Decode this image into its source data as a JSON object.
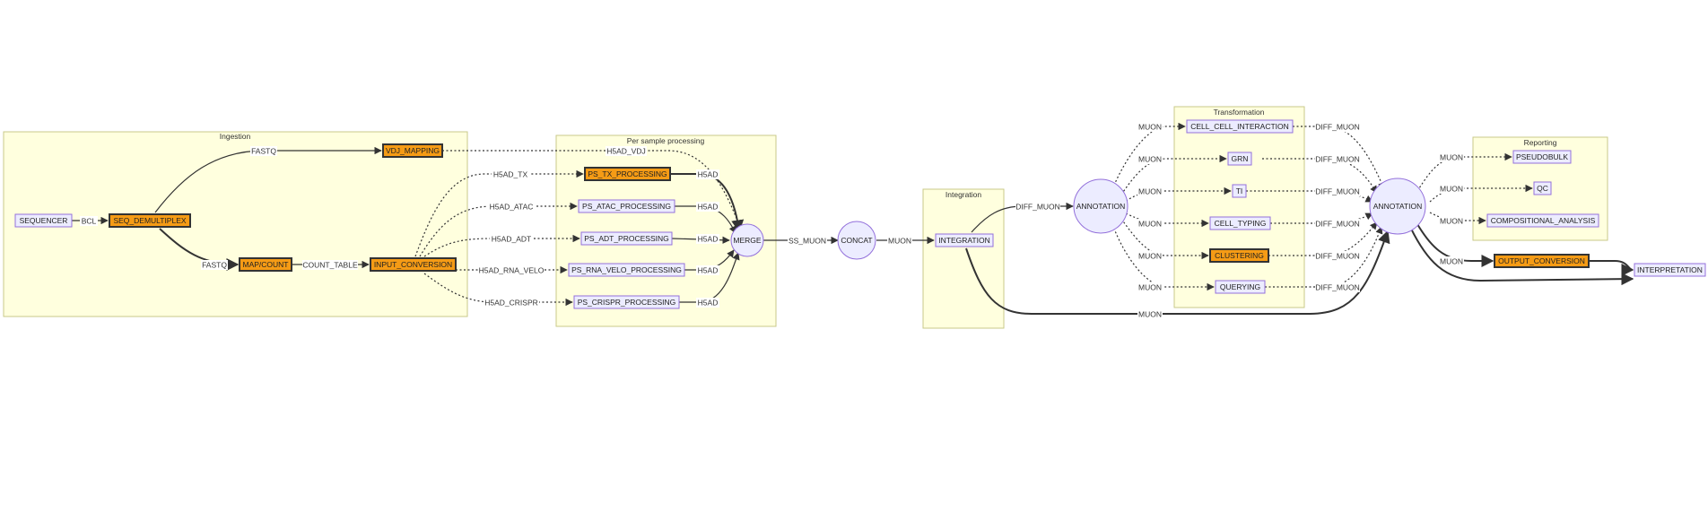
{
  "clusters": {
    "ingestion": "Ingestion",
    "per_sample": "Per sample processing",
    "integration": "Integration",
    "transformation": "Transformation",
    "reporting": "Reporting"
  },
  "nodes": {
    "sequencer": "SEQUENCER",
    "seq_demultiplex": "SEQ_DEMULTIPLEX",
    "vdj_mapping": "VDJ_MAPPING",
    "map_count": "MAP/COUNT",
    "input_conversion": "INPUT_CONVERSION",
    "ps_tx": "PS_TX_PROCESSING",
    "ps_atac": "PS_ATAC_PROCESSING",
    "ps_adt": "PS_ADT_PROCESSING",
    "ps_rna_velo": "PS_RNA_VELO_PROCESSING",
    "ps_crispr": "PS_CRISPR_PROCESSING",
    "merge": "MERGE",
    "concat": "CONCAT",
    "integration": "INTEGRATION",
    "annotation_1": "ANNOTATION",
    "cell_cell": "CELL_CELL_INTERACTION",
    "grn": "GRN",
    "ti": "TI",
    "cell_typing": "CELL_TYPING",
    "clustering": "CLUSTERING",
    "querying": "QUERYING",
    "annotation_2": "ANNOTATION",
    "pseudobulk": "PSEUDOBULK",
    "qc": "QC",
    "compositional": "COMPOSITIONAL_ANALYSIS",
    "output_conversion": "OUTPUT_CONVERSION",
    "interpretation": "INTERPRETATION"
  },
  "edge_labels": {
    "bcl": "BCL",
    "fastq_top": "FASTQ",
    "fastq_bottom": "FASTQ",
    "count_table": "COUNT_TABLE",
    "h5ad_vdj": "H5AD_VDJ",
    "h5ad_tx": "H5AD_TX",
    "h5ad_atac": "H5AD_ATAC",
    "h5ad_adt": "H5AD_ADT",
    "h5ad_rna_velo": "H5AD_RNA_VELO",
    "h5ad_crispr": "H5AD_CRISPR",
    "h5ad_1": "H5AD",
    "h5ad_2": "H5AD",
    "h5ad_3": "H5AD",
    "h5ad_4": "H5AD",
    "h5ad_5": "H5AD",
    "ss_muon": "SS_MUON",
    "muon_concat": "MUON",
    "diff_muon_int": "DIFF_MUON",
    "muon_bypass": "MUON",
    "muon_t1": "MUON",
    "muon_t2": "MUON",
    "muon_t3": "MUON",
    "muon_t4": "MUON",
    "muon_t5": "MUON",
    "muon_t6": "MUON",
    "diff_t1": "DIFF_MUON",
    "diff_t2": "DIFF_MUON",
    "diff_t3": "DIFF_MUON",
    "diff_t4": "DIFF_MUON",
    "diff_t5": "DIFF_MUON",
    "diff_t6": "DIFF_MUON",
    "muon_r1": "MUON",
    "muon_r2": "MUON",
    "muon_r3": "MUON",
    "muon_out": "MUON"
  }
}
